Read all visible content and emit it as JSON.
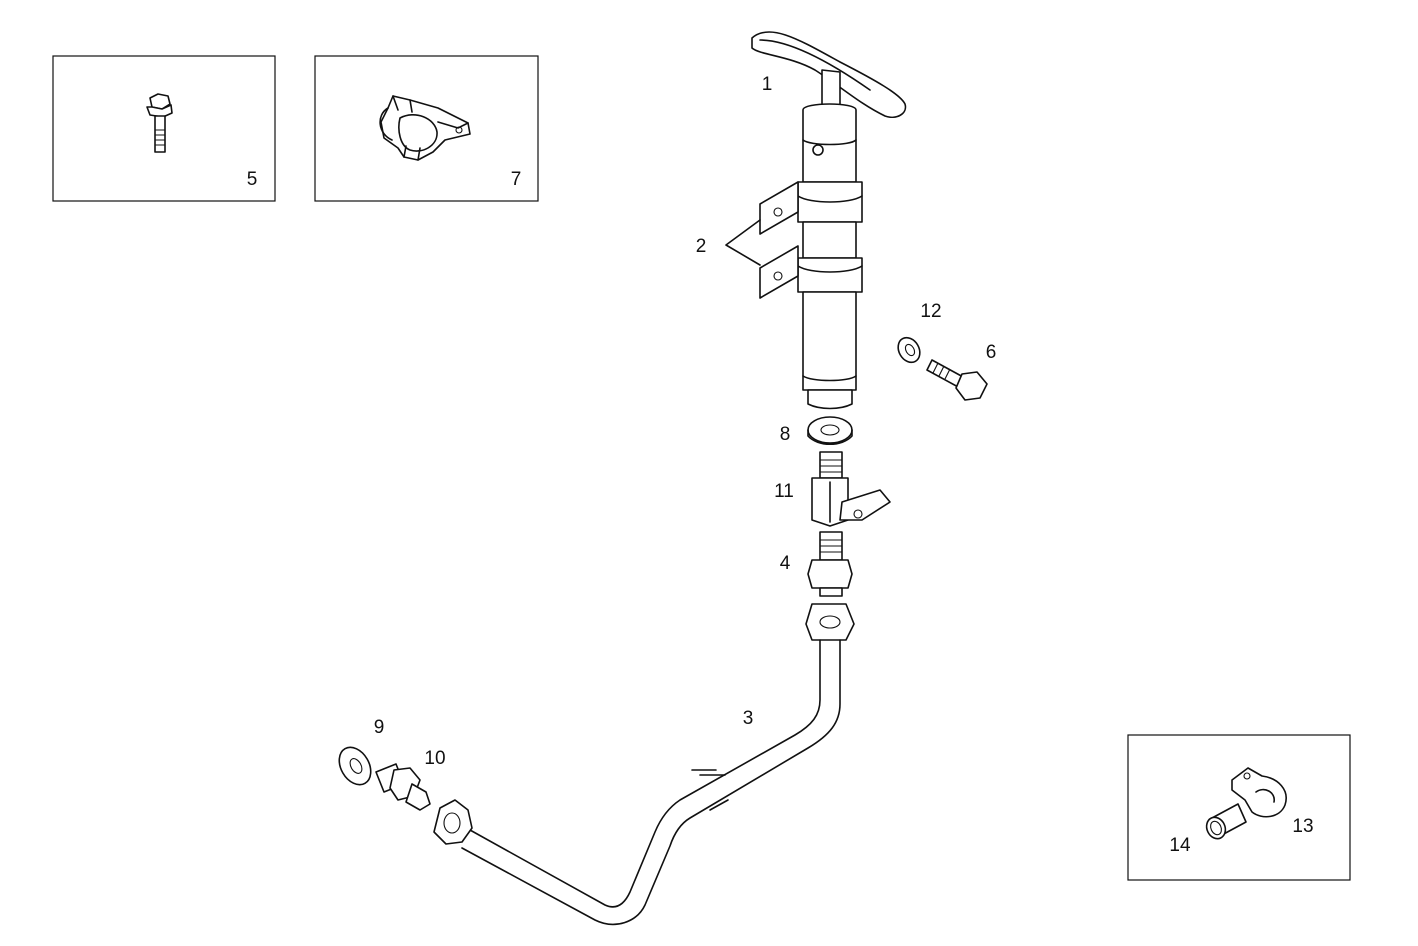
{
  "diagram": {
    "callouts": {
      "c1": "1",
      "c2": "2",
      "c3": "3",
      "c4": "4",
      "c5": "5",
      "c6": "6",
      "c7": "7",
      "c8": "8",
      "c9": "9",
      "c10": "10",
      "c11": "11",
      "c12": "12",
      "c13": "13",
      "c14": "14"
    }
  }
}
